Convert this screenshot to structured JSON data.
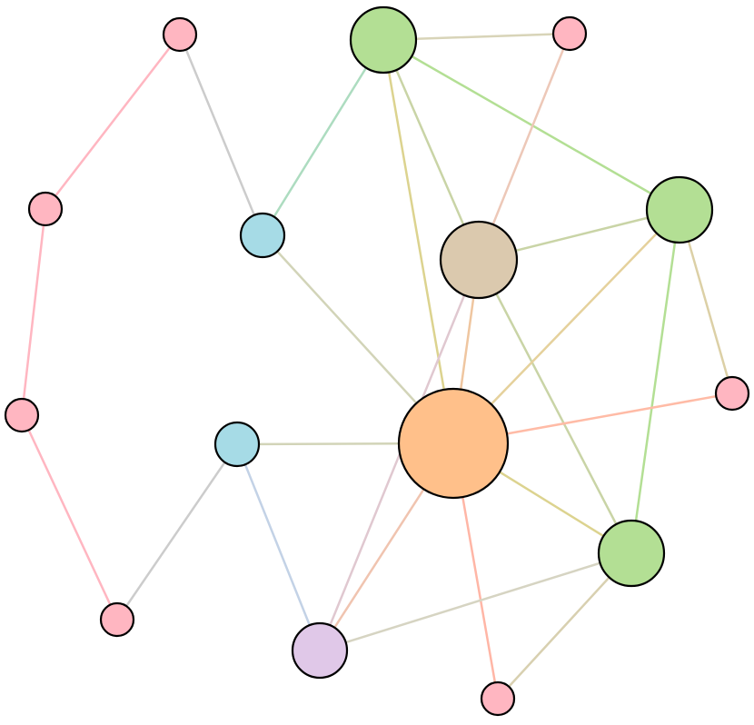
{
  "colors": {
    "background": "#ffffff",
    "node_stroke": "#000000"
  },
  "graph": {
    "nodes": [
      {
        "id": "n1",
        "kind": "leaf",
        "fill": "#ffb6c1"
      },
      {
        "id": "n2",
        "kind": "hub",
        "fill": "#b3df94"
      },
      {
        "id": "n3",
        "kind": "leaf",
        "fill": "#ffb6c1"
      },
      {
        "id": "n4",
        "kind": "leaf",
        "fill": "#ffb6c1"
      },
      {
        "id": "n5",
        "kind": "connector",
        "fill": "#a6dbe6"
      },
      {
        "id": "n6",
        "kind": "hub",
        "fill": "#b3df94"
      },
      {
        "id": "n7",
        "kind": "hub",
        "fill": "#dbc9ae"
      },
      {
        "id": "n8",
        "kind": "leaf",
        "fill": "#ffb6c1"
      },
      {
        "id": "n9",
        "kind": "connector",
        "fill": "#a6dbe6"
      },
      {
        "id": "n10",
        "kind": "center",
        "fill": "#ffc08a"
      },
      {
        "id": "n11",
        "kind": "leaf",
        "fill": "#ffb6c1"
      },
      {
        "id": "n12",
        "kind": "hub",
        "fill": "#b3df94"
      },
      {
        "id": "n13",
        "kind": "leaf",
        "fill": "#ffb6c1"
      },
      {
        "id": "n14",
        "kind": "hub",
        "fill": "#e0c8e8"
      },
      {
        "id": "n15",
        "kind": "leaf",
        "fill": "#ffb6c1"
      }
    ],
    "edges": [
      {
        "source": "n1",
        "target": "n3",
        "color": "#ffb6c1"
      },
      {
        "source": "n3",
        "target": "n4",
        "color": "#ffb6c1"
      },
      {
        "source": "n4",
        "target": "n13",
        "color": "#ffb6c1"
      },
      {
        "source": "n1",
        "target": "n5",
        "color": "#cccccc"
      },
      {
        "source": "n13",
        "target": "n9",
        "color": "#cccccc"
      },
      {
        "source": "n2",
        "target": "n11",
        "color": "#d8d4b8"
      },
      {
        "source": "n2",
        "target": "n5",
        "color": "#addcc0"
      },
      {
        "source": "n2",
        "target": "n7",
        "color": "#c9d4a6"
      },
      {
        "source": "n2",
        "target": "n10",
        "color": "#dcd38f"
      },
      {
        "source": "n2",
        "target": "n6",
        "color": "#b3df94"
      },
      {
        "source": "n11",
        "target": "n7",
        "color": "#edc8b8"
      },
      {
        "source": "n7",
        "target": "n6",
        "color": "#c9d4a6"
      },
      {
        "source": "n7",
        "target": "n10",
        "color": "#efc6a0"
      },
      {
        "source": "n7",
        "target": "n12",
        "color": "#c9d4a6"
      },
      {
        "source": "n7",
        "target": "n14",
        "color": "#e0c8d0"
      },
      {
        "source": "n5",
        "target": "n10",
        "color": "#d2d4b8"
      },
      {
        "source": "n6",
        "target": "n10",
        "color": "#e5d19c"
      },
      {
        "source": "n6",
        "target": "n12",
        "color": "#b3df94"
      },
      {
        "source": "n6",
        "target": "n8",
        "color": "#dcd0a6"
      },
      {
        "source": "n10",
        "target": "n8",
        "color": "#ffbba6"
      },
      {
        "source": "n9",
        "target": "n10",
        "color": "#d2d4b8"
      },
      {
        "source": "n9",
        "target": "n14",
        "color": "#c3d2e6"
      },
      {
        "source": "n10",
        "target": "n12",
        "color": "#dcd38f"
      },
      {
        "source": "n10",
        "target": "n14",
        "color": "#f0c4b0"
      },
      {
        "source": "n10",
        "target": "n15",
        "color": "#ffb6a6"
      },
      {
        "source": "n12",
        "target": "n14",
        "color": "#d6d4c2"
      },
      {
        "source": "n12",
        "target": "n15",
        "color": "#d8d0b0"
      }
    ]
  }
}
